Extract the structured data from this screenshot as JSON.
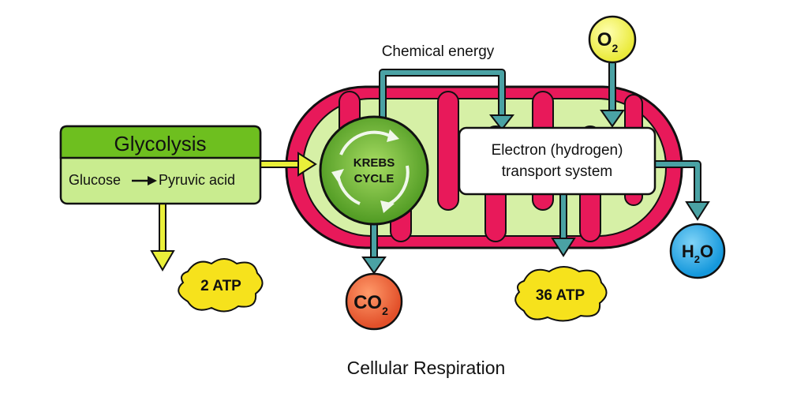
{
  "diagram": {
    "title": "Cellular Respiration",
    "glycolysis": {
      "heading": "Glycolysis",
      "reactant": "Glucose",
      "product": "Pyruvic acid"
    },
    "krebs": {
      "line1": "KREBS",
      "line2": "CYCLE"
    },
    "etc": {
      "line1": "Electron (hydrogen)",
      "line2": "transport system"
    },
    "chemical_energy": "Chemical energy",
    "oxygen": {
      "symbol": "O",
      "subscript": "2"
    },
    "water": {
      "symbol_a": "H",
      "subscript": "2",
      "symbol_b": "O"
    },
    "carbon_dioxide": {
      "symbol": "CO",
      "subscript": "2"
    },
    "atp_glycolysis": "2 ATP",
    "atp_etc": "36 ATP",
    "colors": {
      "mito_outer": "#e8195a",
      "mito_inner": "#d6f0a6",
      "glycolysis_header": "#6ebf1f",
      "glycolysis_body": "#c9ec8f",
      "arrow_teal": "#4aa2a4",
      "arrow_yellow": "#eaf03a",
      "atp_yellow": "#f6e21c",
      "oxygen_yellow": "#f7f56a",
      "co2_orange": "#f26a3b",
      "water_blue": "#28a9e6",
      "title_purple": "#7b3d8e"
    }
  }
}
